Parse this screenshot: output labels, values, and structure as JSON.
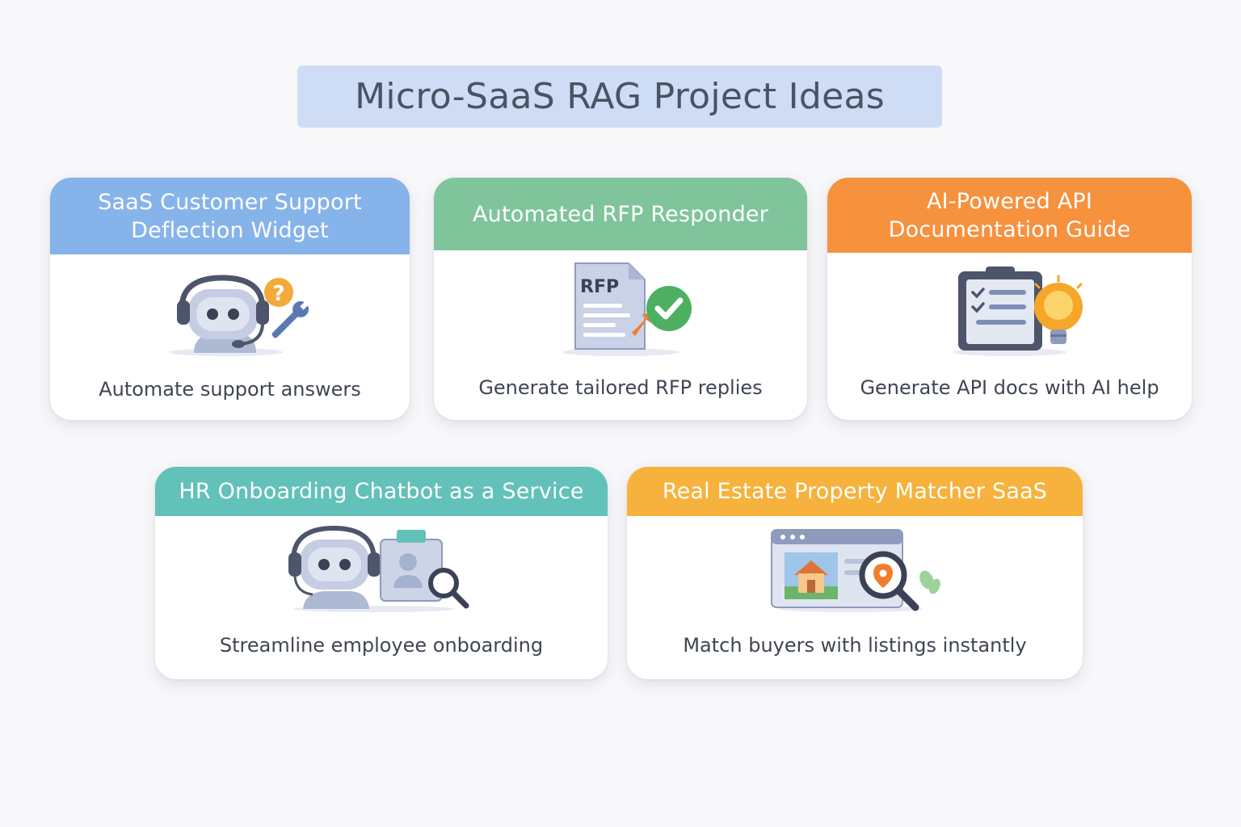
{
  "title": "Micro-SaaS RAG Project Ideas",
  "cards": [
    {
      "title_lines": [
        "SaaS Customer Support",
        "Deflection Widget"
      ],
      "description": "Automate support answers",
      "header_color": "#86b3ea",
      "icon": "support-robot-icon"
    },
    {
      "title_lines": [
        "Automated RFP Responder"
      ],
      "description": "Generate tailored RFP replies",
      "header_color": "#80c49c",
      "icon": "rfp-document-icon",
      "icon_text": "RFP"
    },
    {
      "title_lines": [
        "AI-Powered API",
        "Documentation Guide"
      ],
      "description": "Generate API docs with AI help",
      "header_color": "#f6913e",
      "icon": "checklist-lightbulb-icon"
    },
    {
      "title_lines": [
        "HR Onboarding Chatbot as a Service"
      ],
      "description": "Streamline employee onboarding",
      "header_color": "#62c1b8",
      "icon": "hr-chatbot-icon"
    },
    {
      "title_lines": [
        "Real Estate Property Matcher SaaS"
      ],
      "description": "Match buyers with listings instantly",
      "header_color": "#f6b23c",
      "icon": "property-search-icon"
    }
  ]
}
